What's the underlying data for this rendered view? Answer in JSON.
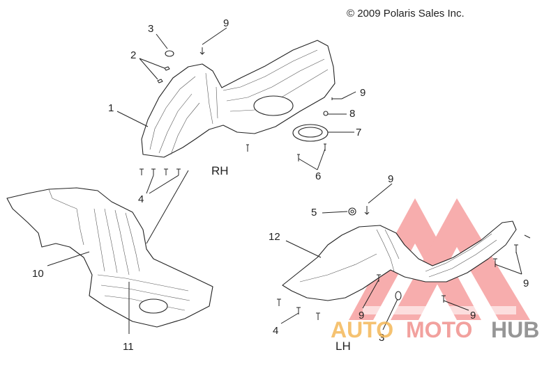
{
  "copyright": "© 2009 Polaris Sales Inc.",
  "side_labels": {
    "rh": "RH",
    "lh": "LH"
  },
  "callouts": {
    "rh_3": "3",
    "rh_9_top": "9",
    "rh_2": "2",
    "rh_1": "1",
    "rh_9_right": "9",
    "rh_8": "8",
    "rh_7": "7",
    "rh_6": "6",
    "rh_4": "4",
    "p10": "10",
    "p11": "11",
    "lh_9_top": "9",
    "lh_5": "5",
    "lh_12": "12",
    "lh_9_right": "9",
    "lh_9_left": "9",
    "lh_9_mid": "9",
    "lh_4": "4",
    "lh_3": "3"
  },
  "watermark": {
    "part1": "AUTO",
    "part2": "MOTO",
    "part3": "HUB",
    "colors": {
      "auto": "#f3b44e",
      "moto": "#f08a86",
      "hub": "#7d7d7d",
      "logo": "#f26b6b"
    }
  }
}
